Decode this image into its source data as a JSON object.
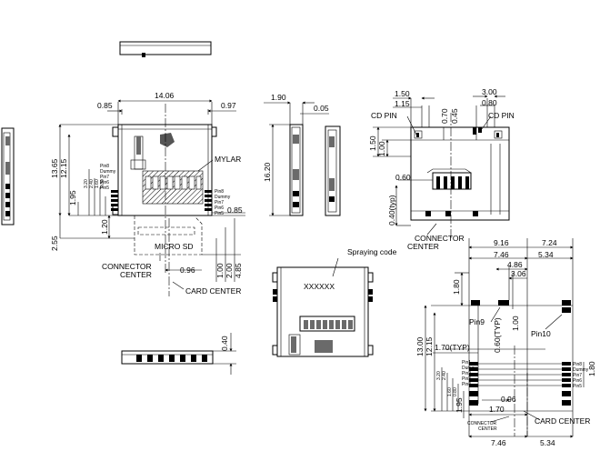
{
  "labels": {
    "mylar": "MYLAR",
    "micro_sd": "MICRO SD",
    "connector_center": "CONNECTOR",
    "connector_center_2": "CENTER",
    "card_center": "CARD CENTER",
    "spraying_code": "Spraying code",
    "code_mark": "XXXXXX",
    "cd_pin_left": "CD PIN",
    "cd_pin_right": "CD PIN",
    "pin9": "Pin9",
    "pin10": "Pin10",
    "connector_center_fp": "CONNECTOR",
    "connector_center_fp_2": "CENTER",
    "card_center_fp": "CARD CENTER",
    "pin_stack_main": [
      "Pin8",
      "Dummy",
      "Pin7",
      "Pin6",
      "Pin5"
    ],
    "pin_stack_fp_right": [
      "Pin8",
      "Dummy",
      "Pin7",
      "Pin6",
      "Pin5"
    ],
    "pin_stack_fp_left": [
      "Pin1",
      "Dummy",
      "Pin2",
      "Pin3",
      "Pin4"
    ]
  },
  "dimensions": {
    "top_width": "14.06",
    "top_left": "0.85",
    "top_right": "0.97",
    "h_1365": "13.65",
    "h_1215": "12.15",
    "h_320": "3.20",
    "h_240": "2.40",
    "h_160": "1.60",
    "h_080": "0.80",
    "h_195": "1.95",
    "h_120": "1.20",
    "h_255": "2.55",
    "c_096": "0.96",
    "b_100": "1.00",
    "b_200": "2.00",
    "b_485": "4.85",
    "b_085": "0.85",
    "side_190": "1.90",
    "side_005": "0.05",
    "side_1620": "16.20",
    "bot_040": "0.40",
    "cd_150": "1.50",
    "cd_115": "1.15",
    "cd_070": "0.70",
    "cd_045": "0.45",
    "cd_300": "3.00",
    "cd_080": "0.80",
    "cd_v150": "1.50",
    "cd_v100": "1.00",
    "cd_060": "0.60",
    "cd_040typ": "0.40(typ)",
    "fp_916": "9.16",
    "fp_724": "7.24",
    "fp_746": "7.46",
    "fp_534": "5.34",
    "fp_486": "4.86",
    "fp_306": "3.06",
    "fp_180": "1.80",
    "fp_100": "1.00",
    "fp_060typ": "0.60(TYP)",
    "fp_1300": "13.00",
    "fp_1215": "12.15",
    "fp_170typ": "1.70(TYP)",
    "fp_320": "3.20",
    "fp_240": "2.40",
    "fp_160": "1.60",
    "fp_080": "0.80",
    "fp_195": "1.95",
    "fp_096": "0.96",
    "fp_170": "1.70",
    "fp_r180": "1.80",
    "fp_b746": "7.46",
    "fp_b534": "5.34"
  }
}
